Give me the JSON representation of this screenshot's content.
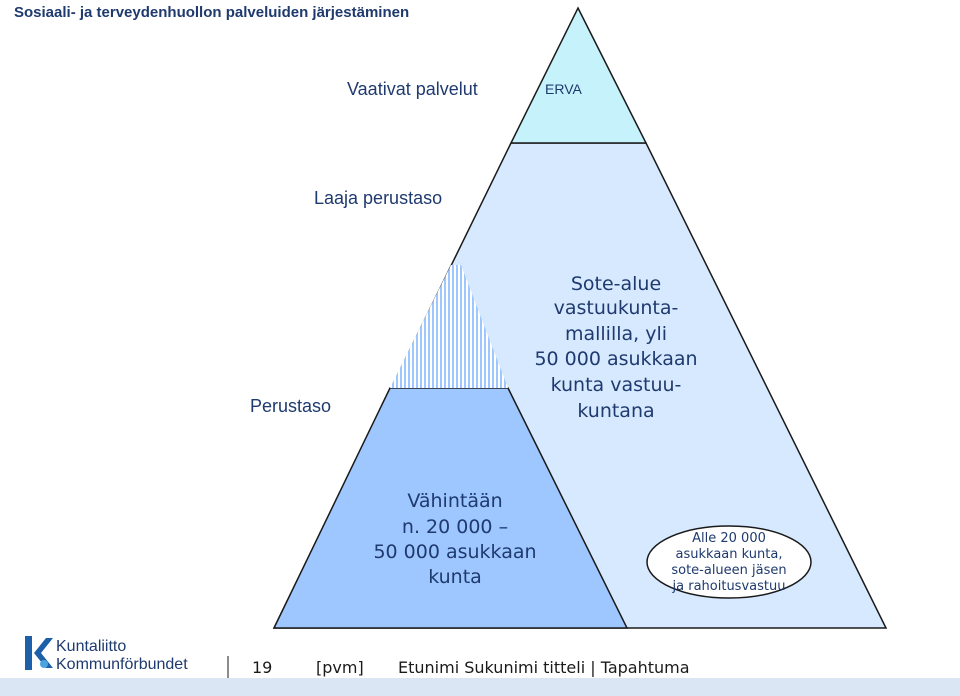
{
  "header": {
    "title": "Sosiaali- ja terveydenhuollon palveluiden järjestäminen"
  },
  "levels": {
    "top": {
      "label": "Vaativat palvelut",
      "tag": "ERVA"
    },
    "middle": {
      "label": "Laaja perustaso"
    },
    "base": {
      "label": "Perustaso"
    }
  },
  "regions": {
    "sote_alue": [
      "Sote-alue",
      "vastuukunta-",
      "mallilla, yli",
      "50 000 asukkaan",
      "kunta vastuu-",
      "kuntana"
    ],
    "vahintaan": [
      "Vähintään",
      "n. 20 000 –",
      "50 000 asukkaan",
      "kunta"
    ],
    "alle": [
      "Alle 20 000",
      "asukkaan kunta,",
      "sote-alueen jäsen",
      "ja rahoitusvastuu"
    ]
  },
  "footer": {
    "logo_line1": "Kuntaliitto",
    "logo_line2": "Kommunförbundet",
    "page_number": "19",
    "date": "[pvm]",
    "author_event": "Etunimi Sukunimi titteli | Tapahtuma"
  },
  "colors": {
    "title": "#1f3a6e",
    "top_fill": "#c6f2fb",
    "main_fill": "#d6e9ff",
    "left_fill": "#9ec6ff",
    "stroke": "#1a1a1a",
    "footer_bar": "#dbe6f4"
  }
}
